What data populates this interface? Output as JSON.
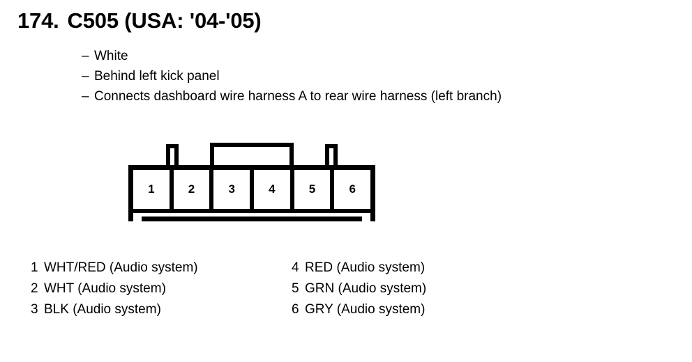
{
  "title": {
    "number": "174.",
    "name": "C505 (USA: '04-'05)"
  },
  "notes": {
    "dash": "–",
    "items": [
      "White",
      "Behind left kick panel",
      "Connects dashboard wire harness A to rear wire harness (left branch)"
    ]
  },
  "connector": {
    "pin_labels": [
      "1",
      "2",
      "3",
      "4",
      "5",
      "6"
    ]
  },
  "legend": {
    "left_column": [
      {
        "pin": "1",
        "text": "WHT/RED (Audio system)"
      },
      {
        "pin": "2",
        "text": "WHT (Audio system)"
      },
      {
        "pin": "3",
        "text": "BLK (Audio system)"
      }
    ],
    "right_column": [
      {
        "pin": "4",
        "text": "RED (Audio system)"
      },
      {
        "pin": "5",
        "text": "GRN (Audio system)"
      },
      {
        "pin": "6",
        "text": "GRY (Audio system)"
      }
    ]
  },
  "colors": {
    "ink": "#000000",
    "paper": "#ffffff"
  }
}
